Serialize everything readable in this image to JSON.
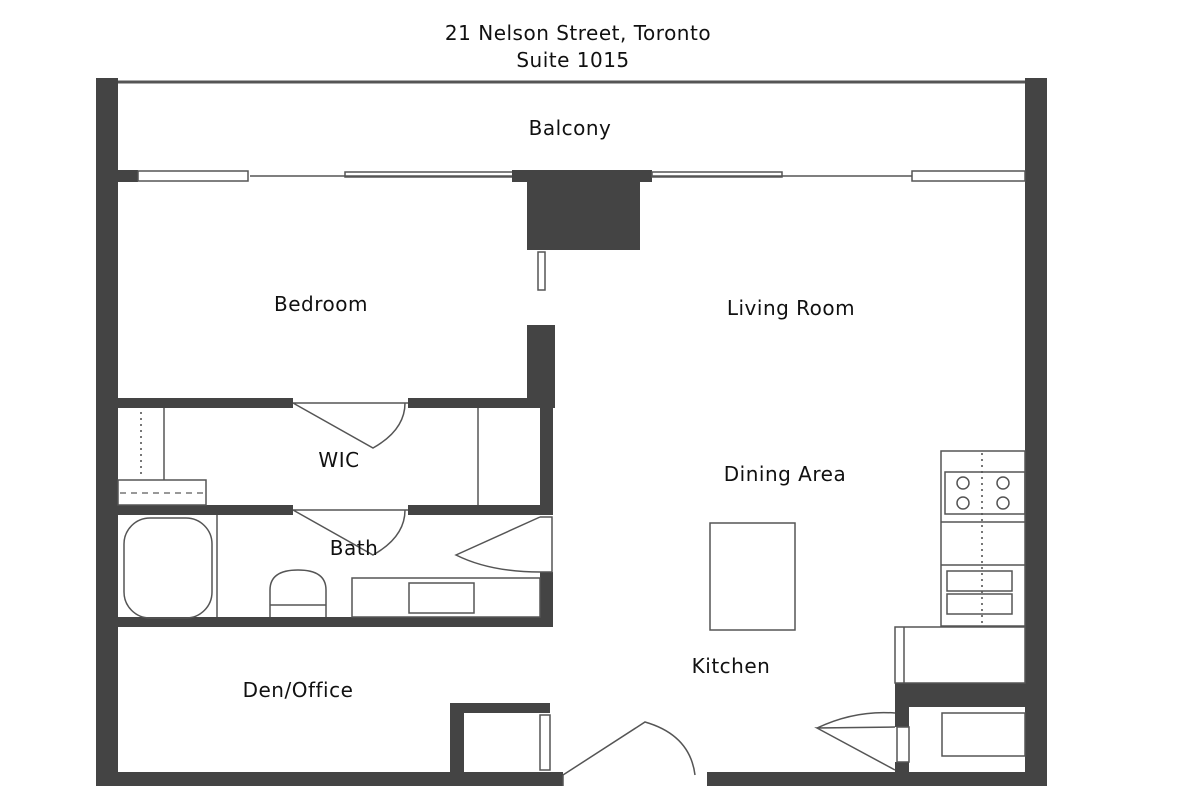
{
  "header": {
    "address": "21 Nelson Street, Toronto",
    "suite": "Suite 1015"
  },
  "rooms": {
    "balcony": "Balcony",
    "bedroom": "Bedroom",
    "living_room": "Living Room",
    "wic": "WIC",
    "dining_area": "Dining Area",
    "bath": "Bath",
    "kitchen": "Kitchen",
    "den_office": "Den/Office"
  },
  "colors": {
    "wall": "#444444",
    "line": "#555555"
  }
}
